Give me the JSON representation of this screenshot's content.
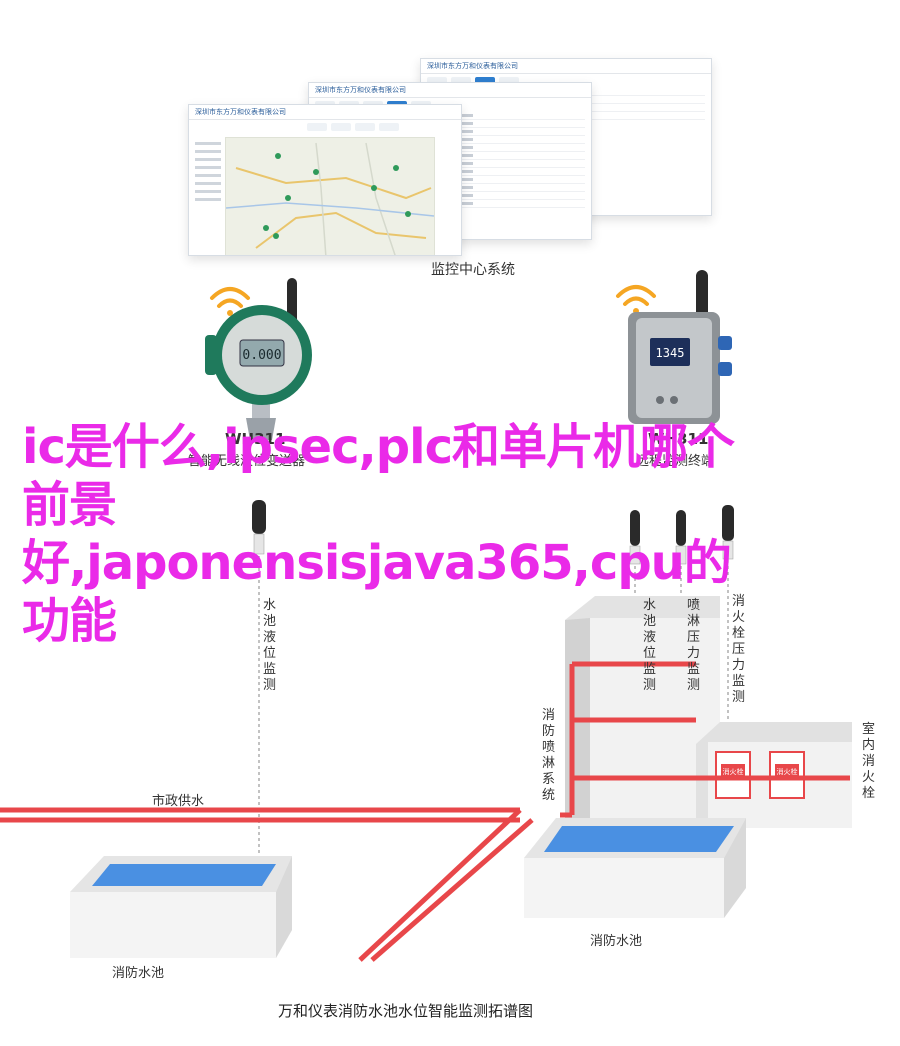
{
  "monitor_screens": {
    "company_name": "深圳市东方万和仪表有限公司",
    "center_label": "监控中心系统"
  },
  "devices": {
    "left": {
      "model": "WH311",
      "desc": "智能无线液位变送器",
      "lcd": "0.000"
    },
    "right": {
      "model": "WH311",
      "desc": "远程监测终端",
      "lcd": "1345"
    }
  },
  "sensors": {
    "water_level_left": "水池液位监测",
    "water_level_right": "水池液位监测",
    "sprinkler_pressure": "喷淋压力监测",
    "hydrant_pressure": "消火栓压力监测"
  },
  "labels": {
    "municipal_supply": "市政供水",
    "sprinkler_system": "消防喷淋系统",
    "indoor_hydrant": "室内消火栓",
    "pool_left": "消防水池",
    "pool_right": "消防水池",
    "hydrant_box": "消火栓"
  },
  "overlay_title": "ic是什么,ipsec,plc和单片机哪个前景好,japonensisjava365,cpu的功能",
  "caption": "万和仪表消防水池水位智能监测拓谱图",
  "colors": {
    "pipe": "#e8474a",
    "water": "#4a90e2",
    "overlay": "#ea2ae8",
    "wifi": "#f5a623"
  }
}
